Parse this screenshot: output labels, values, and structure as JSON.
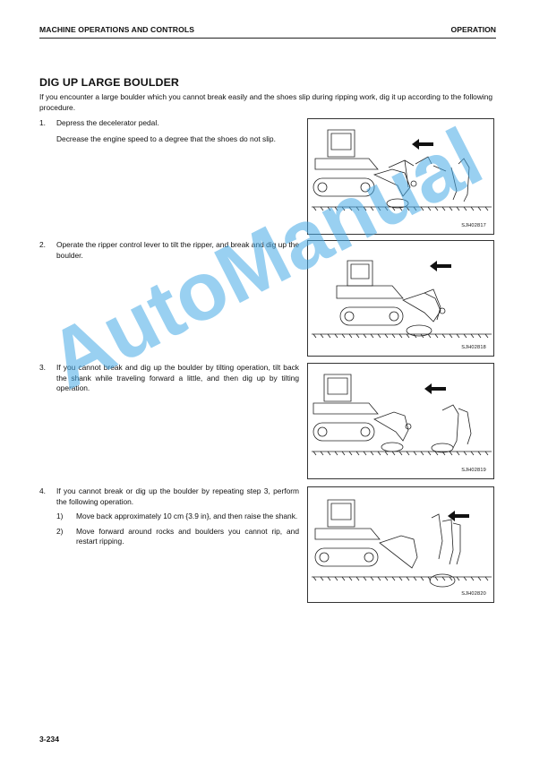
{
  "header": {
    "left": "MACHINE OPERATIONS AND CONTROLS",
    "right": "OPERATION"
  },
  "section": {
    "title": "DIG UP LARGE BOULDER",
    "intro": "If you encounter a large boulder which you cannot break easily and the shoes slip during ripping work, dig it up according to the following procedure."
  },
  "steps": [
    {
      "num": "1.",
      "text": "Depress the decelerator pedal.",
      "extra": "Decrease the engine speed to a degree that the shoes do not slip."
    },
    {
      "num": "2.",
      "text": "Operate the ripper control lever to tilt the ripper, and break and dig up the boulder."
    },
    {
      "num": "3.",
      "text": "If you cannot break and dig up the boulder by tilting operation, tilt back the shank while traveling forward a little, and then dig up by tilting operation."
    },
    {
      "num": "4.",
      "text": "If you cannot break or dig up the boulder by repeating step 3, perform the following operation.",
      "subs": [
        {
          "num": "1)",
          "text": "Move back approximately 10 cm {3.9 in}, and then raise the shank."
        },
        {
          "num": "2)",
          "text": "Move forward around rocks and boulders you cannot rip, and restart ripping."
        }
      ]
    }
  ],
  "figures": [
    "SJH02817",
    "SJH02818",
    "SJH02819",
    "SJH02820"
  ],
  "icons": {
    "arrow": "arrow-left-icon",
    "machine": "bulldozer-ripper-illustration"
  },
  "watermark": "AutoManual",
  "footer": {
    "page": "3-234"
  },
  "colors": {
    "watermark": "#46aae6"
  }
}
